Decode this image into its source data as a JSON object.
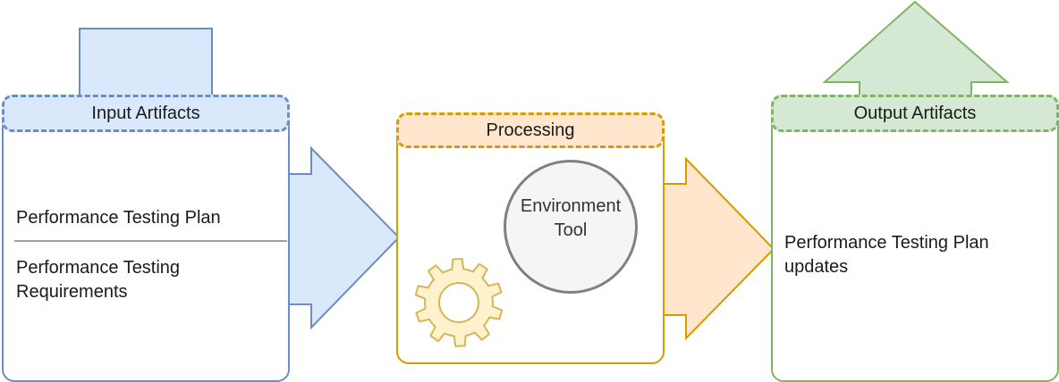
{
  "input": {
    "title": "Input Artifacts",
    "items": [
      "Performance Testing Plan",
      "Performance Testing Requirements"
    ]
  },
  "processing": {
    "title": "Processing",
    "tool_label": "Environment Tool",
    "icon": "gear-icon"
  },
  "output": {
    "title": "Output Artifacts",
    "items": [
      "Performance Testing Plan updates"
    ]
  },
  "colors": {
    "input_fill": "#dae8fc",
    "input_stroke": "#6c8ebf",
    "processing_fill": "#ffe6cc",
    "processing_stroke": "#d79b00",
    "gear_fill": "#fff2cc",
    "gear_stroke": "#d6b656",
    "output_fill": "#d5e8d4",
    "output_stroke": "#82b366",
    "tool_fill": "#f5f5f5",
    "tool_stroke": "#808080"
  }
}
